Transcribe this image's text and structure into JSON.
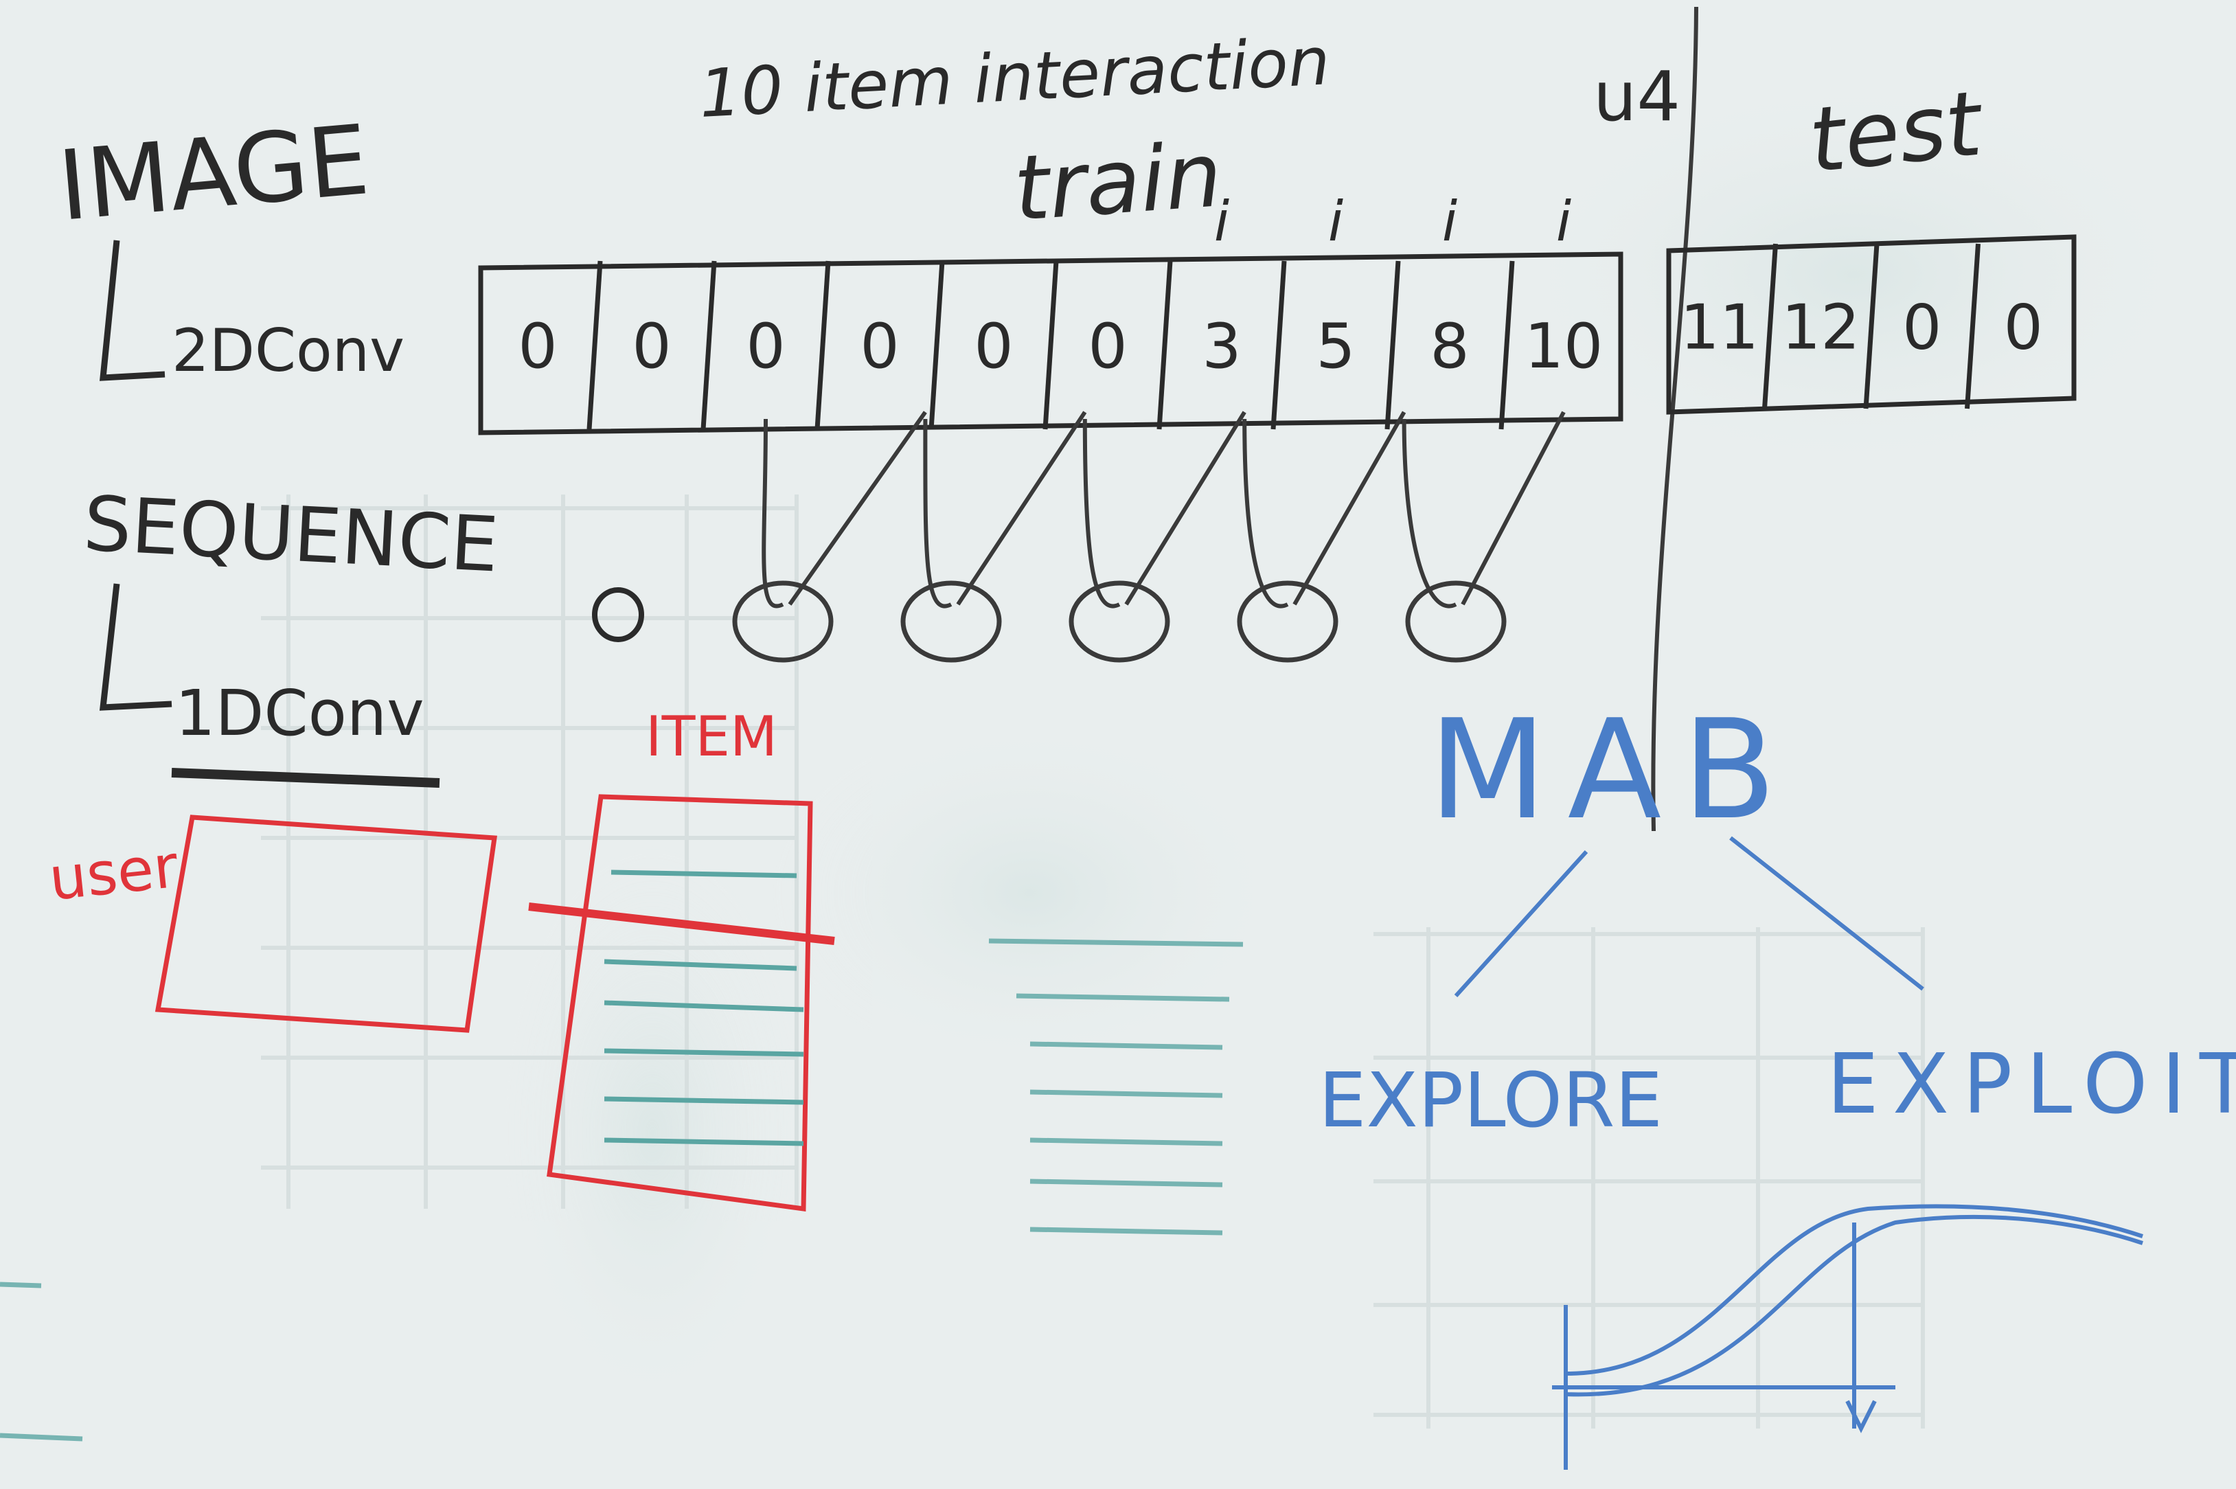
{
  "title": "10 item interaction",
  "split_label": "u4",
  "train_label": "train",
  "test_label": "test",
  "left_labels": {
    "image": "IMAGE",
    "conv2d": "2DConv",
    "sequence": "SEQUENCE",
    "conv1d": "1DConv"
  },
  "train_cells": [
    "0",
    "0",
    "0",
    "0",
    "0",
    "0",
    "3",
    "5",
    "8",
    "10"
  ],
  "test_cells": [
    "11",
    "12",
    "0",
    "0"
  ],
  "i_marks": [
    "i",
    "i",
    "i",
    "i"
  ],
  "node_count": 6,
  "matrix": {
    "user_label": "user",
    "item_label": "ITEM"
  },
  "mab": {
    "title": "MAB",
    "explore": "EXPLORE",
    "exploit": "EXPLOIT"
  },
  "colors": {
    "board": "#e9eeee",
    "black_marker": "#2a2a2a",
    "red_marker": "#e0343a",
    "blue_marker": "#4a7ec8",
    "teal_marker": "#5aa5a2"
  }
}
